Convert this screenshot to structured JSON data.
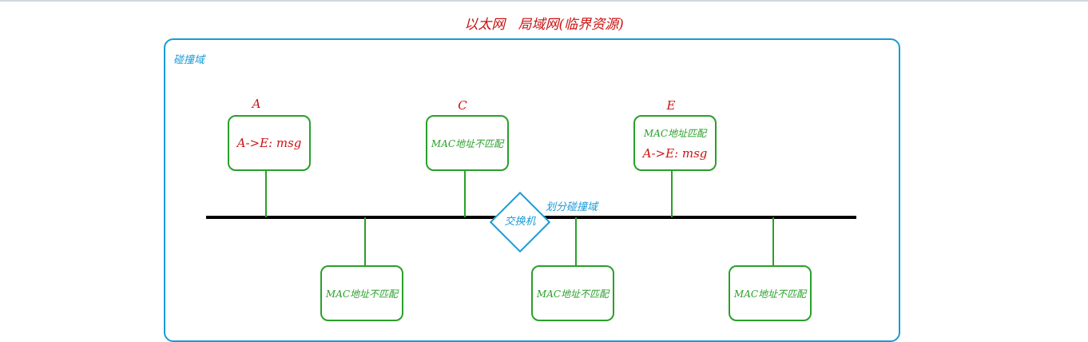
{
  "title": "以太网   局域网(临界资源)",
  "collision_domain_label": "碰撞域",
  "switch": {
    "label": "交换机",
    "annotation": "划分碰撞域"
  },
  "hosts_top": [
    {
      "name": "A",
      "lines": [
        {
          "text": "A->E: msg",
          "style": "msg"
        }
      ]
    },
    {
      "name": "C",
      "lines": [
        {
          "text": "MAC地址不匹配",
          "style": "mac"
        }
      ]
    },
    {
      "name": "E",
      "lines": [
        {
          "text": "MAC地址匹配",
          "style": "mac"
        },
        {
          "text": "A->E: msg",
          "style": "msg"
        }
      ]
    }
  ],
  "hosts_bottom": [
    {
      "lines": [
        {
          "text": "MAC地址不匹配",
          "style": "mac"
        }
      ]
    },
    {
      "lines": [
        {
          "text": "MAC地址不匹配",
          "style": "mac"
        }
      ]
    },
    {
      "lines": [
        {
          "text": "MAC地址不匹配",
          "style": "mac"
        }
      ]
    }
  ],
  "colors": {
    "title": "#cc1111",
    "domain": "#1a9ad6",
    "host": "#2aa02a",
    "bus": "#000000"
  }
}
